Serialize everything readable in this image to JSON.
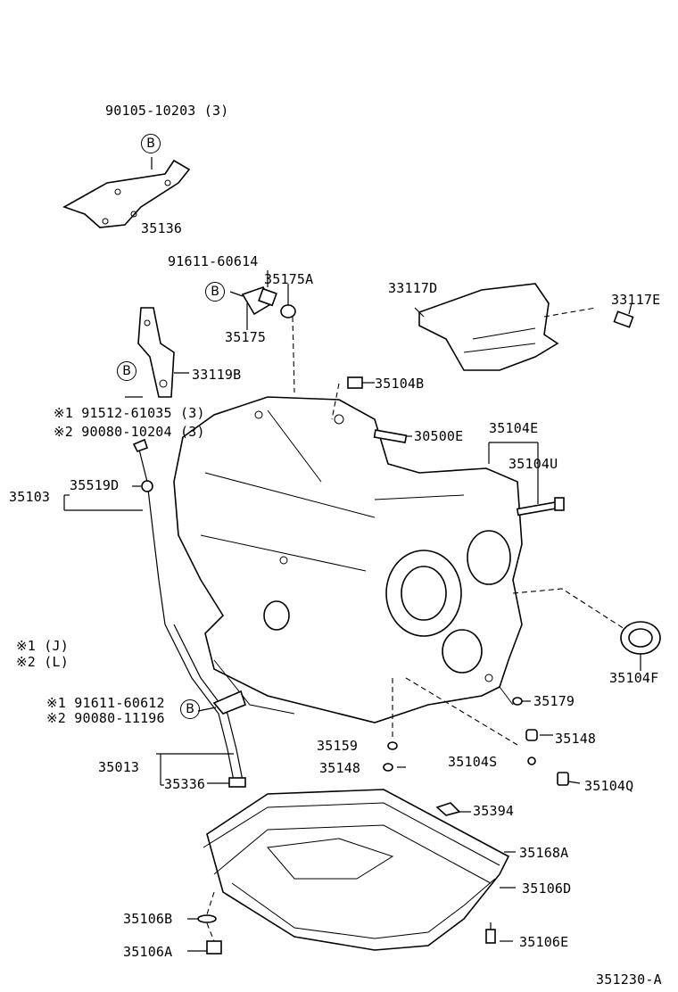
{
  "diagram_id": "351230-A",
  "callout_letter": "B",
  "labels": {
    "bolt_top": "90105-10203 (3)",
    "p35136": "35136",
    "p91611_60614": "91611-60614",
    "p35175A": "35175A",
    "p35175": "35175",
    "p33117D": "33117D",
    "p33117E": "33117E",
    "p33119B": "33119B",
    "p35104B": "35104B",
    "n1_91512": "※1 91512-61035 (3)",
    "n2_90080_10204": "※2 90080-10204 (3)",
    "p30500E": "30500E",
    "p35104E": "35104E",
    "p35104U": "35104U",
    "p35103": "35103",
    "p35519D": "35519D",
    "note1": "※1  (J)",
    "note2": "※2  (L)",
    "p35104F": "35104F",
    "p35179": "35179",
    "n1_91611_60612": "※1 91611-60612",
    "n2_90080_11196": "※2 90080-11196",
    "p35148a": "35148",
    "p35159": "35159",
    "p35013": "35013",
    "p35104S": "35104S",
    "p35148b": "35148",
    "p35336": "35336",
    "p35104Q": "35104Q",
    "p35394": "35394",
    "p35168A": "35168A",
    "p35106D": "35106D",
    "p35106B": "35106B",
    "p35106E": "35106E",
    "p35106A": "35106A"
  }
}
